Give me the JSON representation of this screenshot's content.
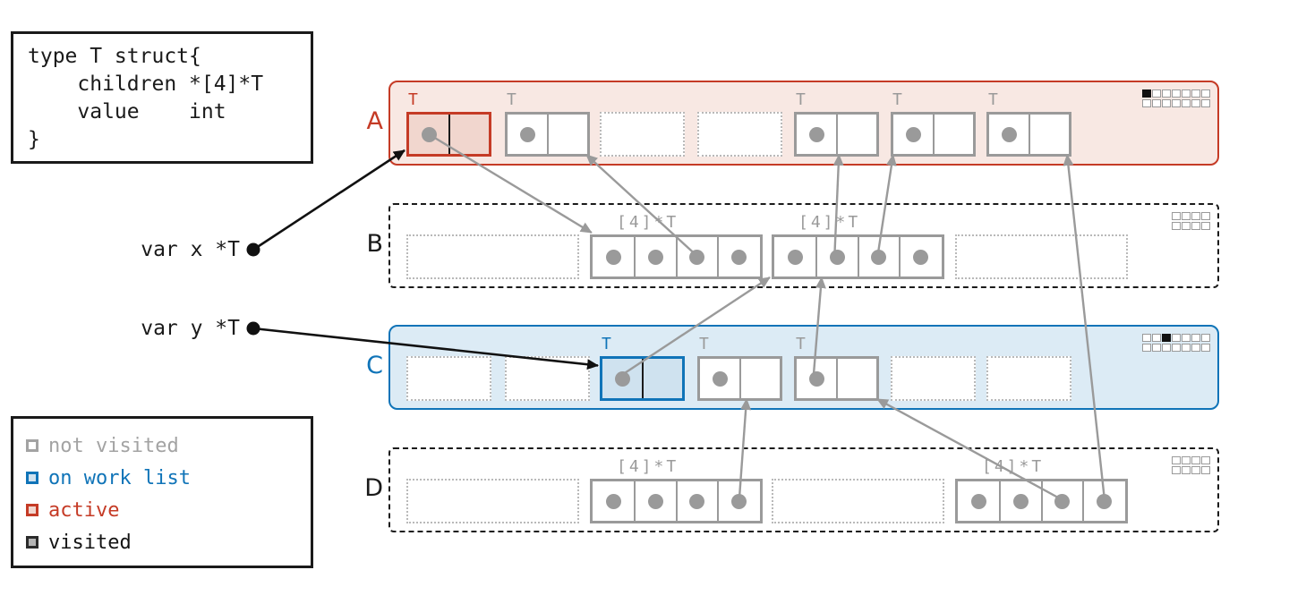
{
  "code_box": {
    "lines": [
      "type T struct{",
      "    children *[4]*T",
      "    value    int",
      "}"
    ]
  },
  "variables": [
    {
      "name": "var x *T"
    },
    {
      "name": "var y *T"
    }
  ],
  "legend": {
    "items": [
      {
        "label": "not visited",
        "state": "not-visited"
      },
      {
        "label": "on work list",
        "state": "worklist"
      },
      {
        "label": "active",
        "state": "active"
      },
      {
        "label": "visited",
        "state": "visited"
      }
    ]
  },
  "colors": {
    "active": "#c53b26",
    "active_fill": "#f1d6ce",
    "span_active_fill": "#f8e8e3",
    "worklist": "#1074b8",
    "worklist_fill": "#cfe2ef",
    "span_worklist_fill": "#dcebf5",
    "gray": "#9a9a9a",
    "dotted_gray": "#b9b9b9",
    "black": "#111111"
  },
  "spans": [
    {
      "id": "A",
      "label": "A",
      "style": "active",
      "bitmap": {
        "rows": 2,
        "cols": 7,
        "marked": [
          [
            0,
            0
          ]
        ]
      },
      "slots": [
        {
          "col": 0,
          "colspan": 1,
          "kind": "object",
          "type_label": "T",
          "state": "active",
          "cells": 2,
          "pointer_cells": [
            0
          ]
        },
        {
          "col": 1,
          "colspan": 1,
          "kind": "object",
          "type_label": "T",
          "state": "visited",
          "cells": 2,
          "pointer_cells": [
            0
          ]
        },
        {
          "col": 2,
          "colspan": 1,
          "kind": "free"
        },
        {
          "col": 3,
          "colspan": 1,
          "kind": "free"
        },
        {
          "col": 4,
          "colspan": 1,
          "kind": "object",
          "type_label": "T",
          "state": "visited",
          "cells": 2,
          "pointer_cells": [
            0
          ]
        },
        {
          "col": 5,
          "colspan": 1,
          "kind": "object",
          "type_label": "T",
          "state": "visited",
          "cells": 2,
          "pointer_cells": [
            0
          ]
        },
        {
          "col": 6,
          "colspan": 1,
          "kind": "object",
          "type_label": "T",
          "state": "visited",
          "cells": 2,
          "pointer_cells": [
            0
          ]
        }
      ]
    },
    {
      "id": "B",
      "label": "B",
      "style": "plain",
      "bitmap": {
        "rows": 2,
        "cols": 4,
        "marked": []
      },
      "slots": [
        {
          "col": 0,
          "colspan": 2,
          "kind": "free"
        },
        {
          "col": 1,
          "colspan": 2,
          "kind": "array",
          "type_label": "[4]*T",
          "state": "visited",
          "cells": 4,
          "pointer_cells": [
            0,
            1,
            2,
            3
          ]
        },
        {
          "col": 2,
          "colspan": 2,
          "kind": "array",
          "type_label": "[4]*T",
          "state": "visited",
          "cells": 4,
          "pointer_cells": [
            0,
            1,
            2,
            3
          ]
        },
        {
          "col": 3,
          "colspan": 2,
          "kind": "free"
        }
      ]
    },
    {
      "id": "C",
      "label": "C",
      "style": "worklist",
      "bitmap": {
        "rows": 2,
        "cols": 7,
        "marked": [
          [
            0,
            2
          ]
        ]
      },
      "slots": [
        {
          "col": 0,
          "colspan": 1,
          "kind": "free"
        },
        {
          "col": 1,
          "colspan": 1,
          "kind": "free"
        },
        {
          "col": 2,
          "colspan": 1,
          "kind": "object",
          "type_label": "T",
          "state": "worklist",
          "cells": 2,
          "pointer_cells": [
            0
          ]
        },
        {
          "col": 3,
          "colspan": 1,
          "kind": "object",
          "type_label": "T",
          "state": "visited",
          "cells": 2,
          "pointer_cells": [
            0
          ]
        },
        {
          "col": 4,
          "colspan": 1,
          "kind": "object",
          "type_label": "T",
          "state": "visited",
          "cells": 2,
          "pointer_cells": [
            0
          ]
        },
        {
          "col": 5,
          "colspan": 1,
          "kind": "free"
        },
        {
          "col": 6,
          "colspan": 1,
          "kind": "free"
        }
      ]
    },
    {
      "id": "D",
      "label": "D",
      "style": "plain",
      "bitmap": {
        "rows": 2,
        "cols": 4,
        "marked": []
      },
      "slots": [
        {
          "col": 0,
          "colspan": 2,
          "kind": "free"
        },
        {
          "col": 1,
          "colspan": 2,
          "kind": "array",
          "type_label": "[4]*T",
          "state": "visited",
          "cells": 4,
          "pointer_cells": [
            0,
            1,
            2,
            3
          ]
        },
        {
          "col": 2,
          "colspan": 2,
          "kind": "free"
        },
        {
          "col": 3,
          "colspan": 2,
          "kind": "array",
          "type_label": "[4]*T",
          "state": "visited",
          "cells": 4,
          "pointer_cells": [
            0,
            1,
            2,
            3
          ]
        }
      ]
    }
  ],
  "arrows": [
    {
      "color": "black",
      "from": {
        "var": 0
      },
      "to": {
        "span": "A",
        "slot": 0,
        "fx": 0,
        "fy": 0.9
      }
    },
    {
      "color": "black",
      "from": {
        "var": 1
      },
      "to": {
        "span": "C",
        "slot": 2,
        "fx": 0,
        "fy": 0.25
      }
    },
    {
      "color": "gray",
      "from": {
        "span": "A",
        "slot": 0,
        "cell": 0
      },
      "to": {
        "span": "B",
        "slot": 1,
        "fx": 0.02,
        "fy": 0
      }
    },
    {
      "color": "gray",
      "from": {
        "span": "B",
        "slot": 1,
        "cell": 2
      },
      "to": {
        "span": "A",
        "slot": 1,
        "fx": 0.98,
        "fy": 1
      }
    },
    {
      "color": "gray",
      "from": {
        "span": "C",
        "slot": 2,
        "cell": 0
      },
      "to": {
        "span": "B",
        "slot": 2,
        "fx": 0,
        "fy": 1
      }
    },
    {
      "color": "gray",
      "from": {
        "span": "C",
        "slot": 4,
        "cell": 0
      },
      "to": {
        "span": "B",
        "slot": 2,
        "fx": 0.3,
        "fy": 1
      }
    },
    {
      "color": "gray",
      "from": {
        "span": "B",
        "slot": 2,
        "cell": 1
      },
      "to": {
        "span": "A",
        "slot": 4,
        "fx": 0.55,
        "fy": 1
      }
    },
    {
      "color": "gray",
      "from": {
        "span": "B",
        "slot": 2,
        "cell": 2
      },
      "to": {
        "span": "A",
        "slot": 5,
        "fx": 0.05,
        "fy": 1
      }
    },
    {
      "color": "gray",
      "from": {
        "span": "D",
        "slot": 1,
        "cell": 3
      },
      "to": {
        "span": "C",
        "slot": 3,
        "fx": 0.6,
        "fy": 1
      }
    },
    {
      "color": "gray",
      "from": {
        "span": "D",
        "slot": 3,
        "cell": 2
      },
      "to": {
        "span": "C",
        "slot": 4,
        "fx": 1,
        "fy": 1
      }
    },
    {
      "color": "gray",
      "from": {
        "span": "D",
        "slot": 3,
        "cell": 3
      },
      "to": {
        "span": "A",
        "slot": 6,
        "fx": 0.97,
        "fy": 1
      }
    }
  ]
}
